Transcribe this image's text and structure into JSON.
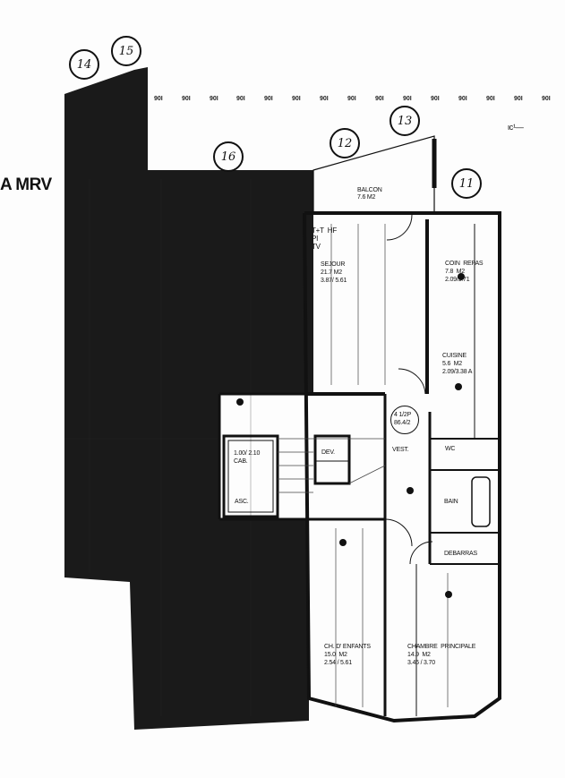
{
  "title": "A MRV",
  "ticks": [
    "90I",
    "90I",
    "90I",
    "90I",
    "90I",
    "90I",
    "90I",
    "90I",
    "90I",
    "90I",
    "90I",
    "90I",
    "90I",
    "90I",
    "90I"
  ],
  "note": "ιc¹—",
  "markers": [
    "14",
    "15",
    "16",
    "12",
    "13",
    "11"
  ],
  "rooms": {
    "balcon": {
      "name": "BALCON",
      "area": "7.6 M2"
    },
    "sejour": {
      "name": "SEJOUR",
      "area": "21.7 M2",
      "dims": "3.87/ 5.61"
    },
    "outlets": "T+T  HF\nPI\nTV",
    "coin_repas": {
      "name": "COIN  REPAS",
      "area": "7.8  M2",
      "dims": "2.09/3.71"
    },
    "cuisine": {
      "name": "CUISINE",
      "area": "5.6  M2",
      "dims": "2.09/3.38 A"
    },
    "apartment": {
      "type": "4 1/2P",
      "area": "86.4/2"
    },
    "vest": "VEST.",
    "wc": "WC",
    "bain": "BAIN",
    "debarras": "DEBARRAS",
    "dev": "DEV.",
    "cab": {
      "dims": "1.00/ 2.10",
      "name": "CAB."
    },
    "asc": "ASC.",
    "ch_enfants": {
      "name": "CH. D' ENFANTS",
      "area": "15.0  M2",
      "dims": "2.54 / 5.61"
    },
    "chambre": {
      "name": "CHAMBRE  PRINCIPALE",
      "area": "14.9  M2",
      "dims": "3.46 / 3.70"
    }
  }
}
